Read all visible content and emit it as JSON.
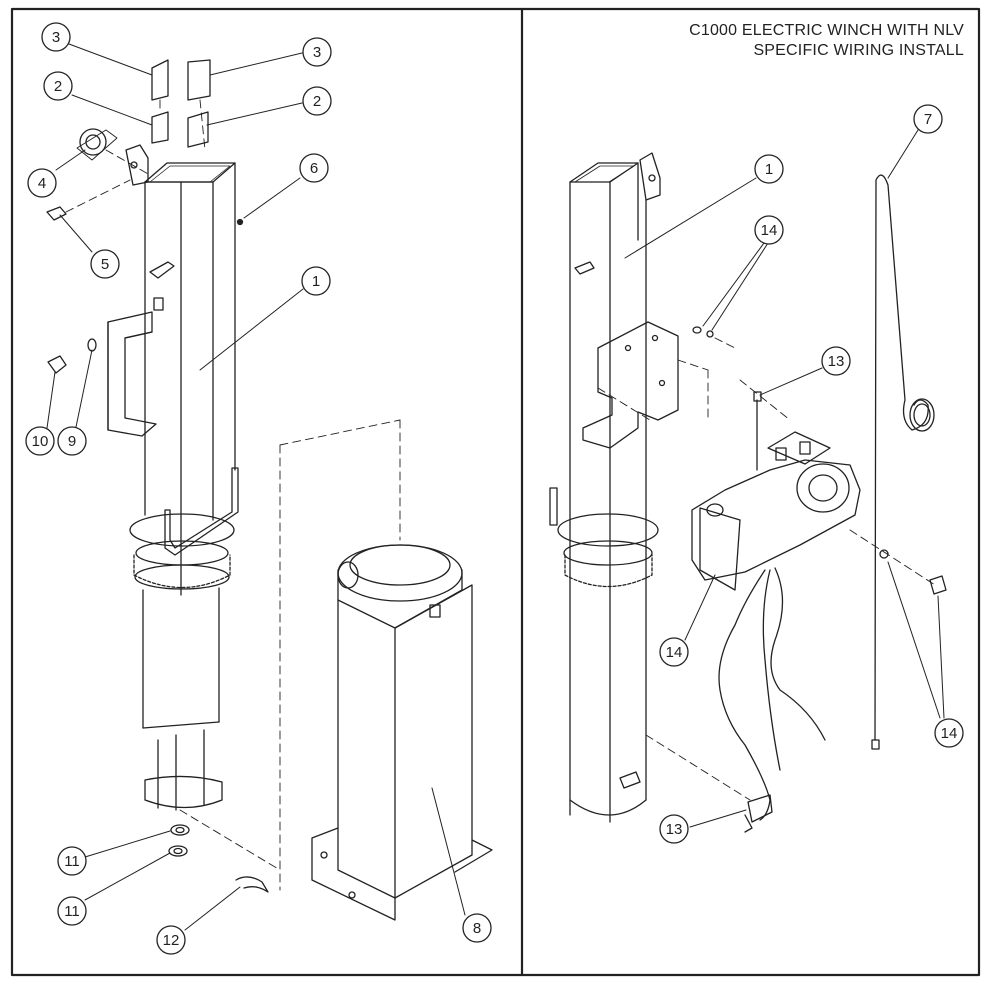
{
  "title": {
    "line1": "C1000 ELECTRIC WINCH WITH NLV",
    "line2": "SPECIFIC WIRING INSTALL"
  },
  "colors": {
    "line": "#222222",
    "background": "#ffffff"
  },
  "left_panel": {
    "callouts": [
      "3",
      "3",
      "2",
      "2",
      "4",
      "6",
      "5",
      "1",
      "10",
      "9",
      "11",
      "11",
      "12",
      "8"
    ]
  },
  "right_panel": {
    "callouts": [
      "7",
      "1",
      "14",
      "13",
      "14",
      "14",
      "13"
    ]
  }
}
